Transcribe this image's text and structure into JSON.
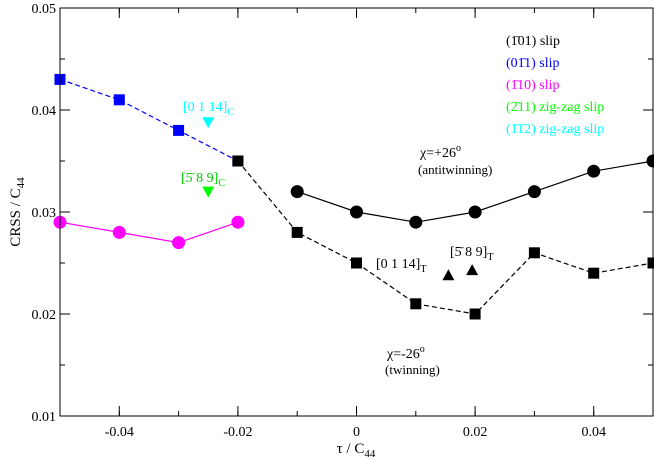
{
  "chart_data": {
    "type": "line",
    "xlabel_main": "τ / C",
    "xlabel_sub": "44",
    "ylabel_main": "CRSS / C",
    "ylabel_sub": "44",
    "xlim": [
      -0.05,
      0.05
    ],
    "ylim": [
      0.01,
      0.05
    ],
    "xticks": [
      -0.04,
      -0.02,
      0,
      0.02,
      0.04
    ],
    "xtick_labels": [
      "-0.04",
      "-0.02",
      "0",
      "0.02",
      "0.04"
    ],
    "yticks": [
      0.01,
      0.02,
      0.03,
      0.04,
      0.05
    ],
    "ytick_labels": [
      "0.01",
      "0.02",
      "0.03",
      "0.04",
      "0.05"
    ],
    "grid": false,
    "legend_position": "top-right",
    "series": [
      {
        "name": "(1̄01) slip",
        "color": "#000000",
        "marker": "circle",
        "line": "solid",
        "x": [
          -0.01,
          0,
          0.01,
          0.02,
          0.03,
          0.04,
          0.05
        ],
        "y": [
          0.032,
          0.03,
          0.029,
          0.03,
          0.032,
          0.034,
          0.035
        ]
      },
      {
        "name": "(01̄1) slip",
        "color": "#0000ff",
        "marker": "square",
        "line": "dashed",
        "x": [
          -0.05,
          -0.04,
          -0.03,
          -0.02
        ],
        "y": [
          0.043,
          0.041,
          0.038,
          0.035
        ]
      },
      {
        "name": "(1̄10) slip",
        "color": "#ff00ff",
        "marker": "circle",
        "line": "solid",
        "x": [
          -0.05,
          -0.04,
          -0.03,
          -0.02
        ],
        "y": [
          0.029,
          0.028,
          0.027,
          0.029
        ]
      },
      {
        "name": "",
        "color": "#000000",
        "marker": "square",
        "line": "dashed",
        "x": [
          -0.02,
          -0.01,
          0,
          0.01,
          0.02,
          0.03,
          0.04,
          0.05
        ],
        "y": [
          0.035,
          0.028,
          0.025,
          0.021,
          0.02,
          0.026,
          0.024,
          0.025
        ]
      },
      {
        "name": "(2̄11) zig-zag slip",
        "color": "#00ff00",
        "marker": "triangle-down",
        "line": "none",
        "x": [
          -0.025
        ],
        "y": [
          0.032
        ]
      },
      {
        "name": "(1̄1̄2) zig-zag slip",
        "color": "#00ffff",
        "marker": "triangle-down",
        "line": "none",
        "x": [
          -0.025
        ],
        "y": [
          0.0388
        ]
      },
      {
        "name": "",
        "color": "#000000",
        "marker": "triangle-up",
        "line": "none",
        "x": [
          0.0155,
          0.0195
        ],
        "y": [
          0.0238,
          0.0243
        ]
      }
    ],
    "legend": [
      {
        "text": "(1̄01) slip",
        "color": "#000000"
      },
      {
        "text": "(01̄1) slip",
        "color": "#0000ff"
      },
      {
        "text": "(1̄10) slip",
        "color": "#ff00ff"
      },
      {
        "text": "(2̄11) zig-zag slip",
        "color": "#00ff00"
      },
      {
        "text": "(1̄1̄2) zig-zag slip",
        "color": "#00ffff"
      }
    ],
    "annotations": [
      {
        "id": "ann-cyan-label",
        "main": "[0 1 14]",
        "sub": "C",
        "color": "#00ffff"
      },
      {
        "id": "ann-green-label",
        "main": "[5̄ 8 9]",
        "sub": "C",
        "color": "#00ff00"
      },
      {
        "id": "ann-black-label-1",
        "main": "[0 1 14]",
        "sub": "T",
        "color": "#000000"
      },
      {
        "id": "ann-black-label-2",
        "main": "[5̄ 8 9]",
        "sub": "T",
        "color": "#000000"
      },
      {
        "id": "ann-chi-pos",
        "main": "χ=+26",
        "sup": "o",
        "color": "#000000"
      },
      {
        "id": "ann-antitwinning",
        "main": "(antitwinning)",
        "color": "#000000"
      },
      {
        "id": "ann-chi-neg",
        "main": "χ=-26",
        "sup": "o",
        "color": "#000000"
      },
      {
        "id": "ann-twinning",
        "main": "(twinning)",
        "color": "#000000"
      }
    ]
  }
}
